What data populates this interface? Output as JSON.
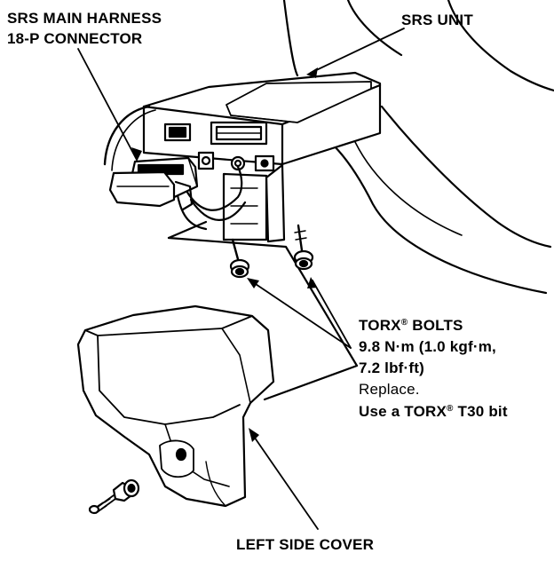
{
  "labels": {
    "harness_line1": "SRS MAIN HARNESS",
    "harness_line2": "18-P CONNECTOR",
    "unit": "SRS UNIT",
    "torx_title_pre": "TORX",
    "torx_title_reg": "®",
    "torx_title_post": " BOLTS",
    "torque_nm": "9.8 N·m (1.0 kgf·m,",
    "torque_lbf": "7.2 lbf·ft)",
    "replace": "Replace.",
    "bit_pre": "Use a TORX",
    "bit_reg": "®",
    "bit_post": " T30 bit",
    "side_cover": "LEFT SIDE COVER"
  },
  "colors": {
    "ink": "#000000",
    "paper": "#ffffff"
  }
}
